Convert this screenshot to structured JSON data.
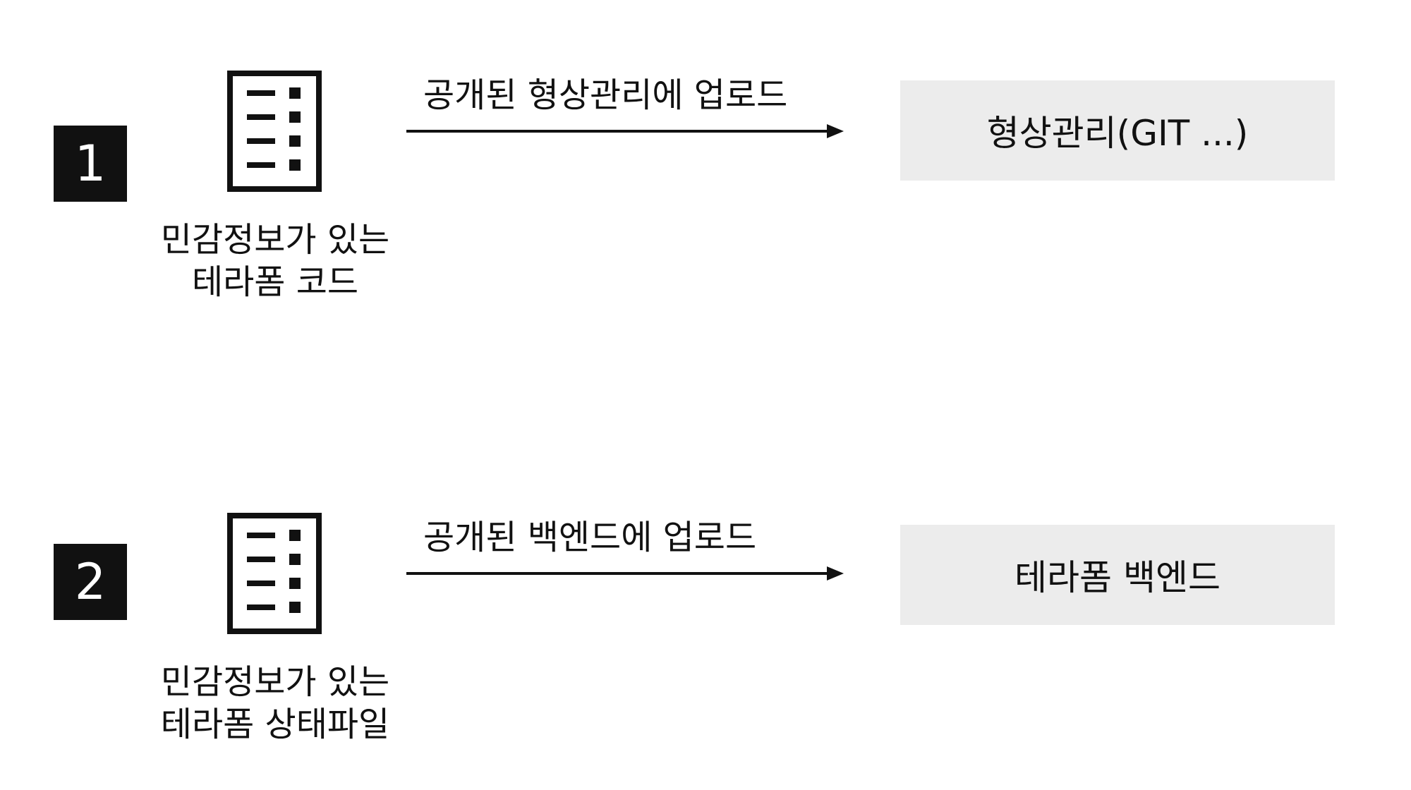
{
  "flows": [
    {
      "number": "1",
      "source_label_line1": "민감정보가 있는",
      "source_label_line2": "테라폼 코드",
      "arrow_label": "공개된 형상관리에 업로드",
      "target_label": "형상관리(GIT ...)",
      "source_icon": "document-list-icon"
    },
    {
      "number": "2",
      "source_label_line1": "민감정보가 있는",
      "source_label_line2": "테라폼 상태파일",
      "arrow_label": "공개된 백엔드에 업로드",
      "target_label": "테라폼 백엔드",
      "source_icon": "document-list-icon"
    }
  ],
  "colors": {
    "badge_background": "#111111",
    "target_box_background": "#ececec"
  }
}
